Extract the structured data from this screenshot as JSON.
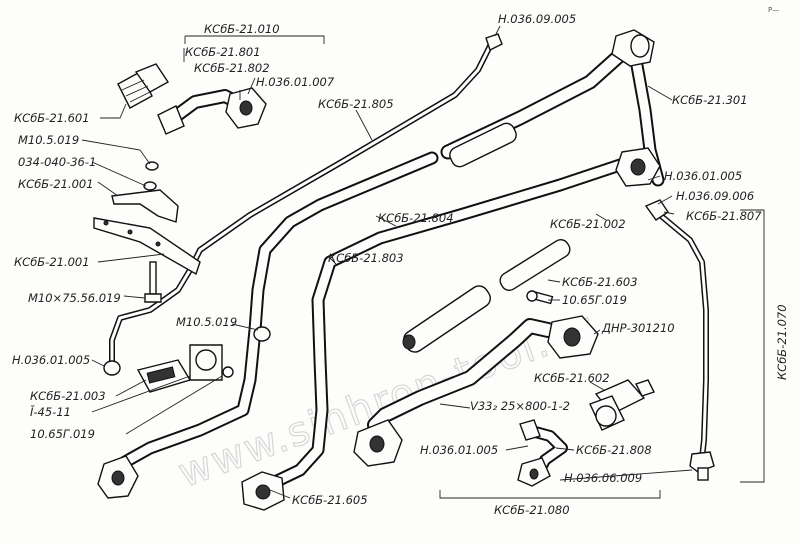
{
  "corner_mark": "P—",
  "watermark": "www.sinhron-tool.kz",
  "labels": {
    "l_21010": "КСбБ-21.010",
    "l_21801": "КСбБ-21.801",
    "l_21802": "КСбБ-21.802",
    "l_h03601007": "Н.036.01.007",
    "l_h03609005": "Н.036.09.005",
    "l_21301": "КСбБ-21.301",
    "l_21805": "КСбБ-21.805",
    "l_21601": "КСбБ-21.601",
    "l_m105019a": "М10.5.019",
    "l_034": "034-040-36-1",
    "l_21001a": "КСбБ-21.001",
    "l_h03601005a": "Н.036.01.005",
    "l_h03609006": "Н.036.09.006",
    "l_21807": "КСбБ-21.807",
    "l_21002": "КСбБ-21.002",
    "l_21804": "КСбБ-21.804",
    "l_21001b": "КСбБ-21.001",
    "l_21803": "КСбБ-21.803",
    "l_21603": "КСбБ-21.603",
    "l_1065g019a": "10.65Г.019",
    "l_m1075": "М10×75.56.019",
    "l_m105019b": "М10.5.019",
    "l_dnr": "ДНР-301210",
    "l_21070": "КСбБ-21.070",
    "l_h03601005b": "Н.036.01.005",
    "l_21003": "КСбБ-21.003",
    "l_i4511": "Ī-45-11",
    "l_1065g019b": "10.65Г.019",
    "l_21602": "КСбБ-21.602",
    "l_v33": "V33₂ 25×800-1-2",
    "l_h03601005c": "Н.036.01.005",
    "l_21808": "КСбБ-21.808",
    "l_h03606009": "Н.036.06.009",
    "l_21605": "КСбБ-21.605",
    "l_21080": "КСбБ-21.080"
  }
}
